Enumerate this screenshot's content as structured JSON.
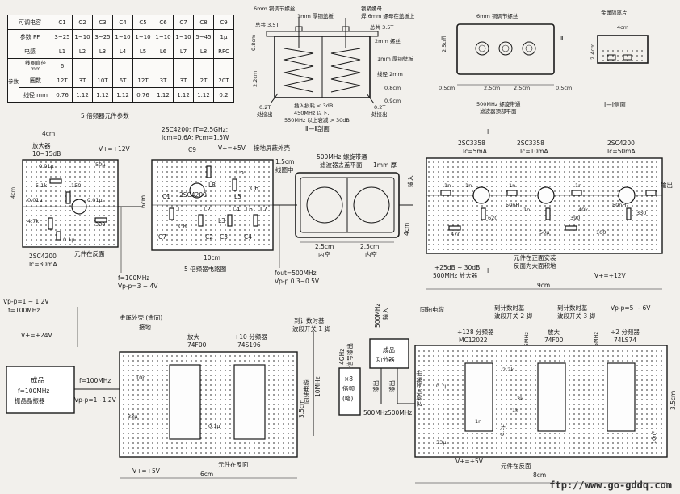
{
  "param_table": {
    "headers": [
      "可调电容",
      "C1",
      "C2",
      "C3",
      "C4",
      "C5",
      "C6",
      "C7",
      "C8",
      "C9"
    ],
    "rows": [
      {
        "label": "参数 PF",
        "cells": [
          "3~25",
          "1~10",
          "3~25",
          "1~10",
          "1~10",
          "1~10",
          "1~10",
          "5~45",
          "1μ"
        ]
      },
      {
        "label": "电感",
        "cells": [
          "L1",
          "L2",
          "L3",
          "L4",
          "L5",
          "L6",
          "L7",
          "L8",
          "RFC"
        ]
      },
      {
        "group": "参数",
        "label": "线圈直径 mm",
        "cells": [
          "6",
          "",
          "",
          "",
          "",
          "",
          "",
          "",
          ""
        ]
      },
      {
        "group": "参数",
        "label": "圈数",
        "cells": [
          "12T",
          "3T",
          "10T",
          "6T",
          "12T",
          "3T",
          "3T",
          "2T",
          "20T"
        ]
      },
      {
        "group": "参数",
        "label": "线径 mm",
        "cells": [
          "0.76",
          "1.12",
          "1.12",
          "1.12",
          "0.76",
          "1.12",
          "1.12",
          "1.12",
          "0.2"
        ]
      }
    ],
    "caption": "5 倍频器元件参数"
  },
  "cavity_section": {
    "labels": [
      "6mm 铜调节螺丝",
      "1mm 厚铜盖板",
      "锁紧螺母",
      "焊 6mm 螺母在盖板上",
      "总共 3.5T",
      "总共 3.5T",
      "2mm 螺丝",
      "1mm 厚铜壁板",
      "线径 2mm",
      "0.8cm",
      "2.2cm",
      "0.8cm",
      "0.9cm",
      "0.2T",
      "处接出",
      "0.2T",
      "处接出"
    ],
    "notes": [
      "插入损耗 < 3dB",
      "450MHz 以下,",
      "550MHz 以上衰减 > 30dB"
    ],
    "title": "Ⅱ—Ⅱ剖面"
  },
  "filter_top": {
    "labels": [
      "6mm 铜调节螺丝",
      "2.5cm",
      "0.5cm",
      "2.5cm",
      "2.5cm",
      "0.5cm",
      "Ⅱ",
      "Ⅱ"
    ],
    "caption": [
      "500MHz 螺旋带通",
      "滤波器顶部平面"
    ]
  },
  "shield_side": {
    "labels": [
      "金属隔离片",
      "4cm",
      "2.4cm"
    ],
    "title": "Ⅰ—Ⅰ侧面"
  },
  "amp_block": {
    "labels": [
      "放大器",
      "10~15dB",
      "V+=+12V",
      "0.01μ",
      "50μ",
      "5.1k",
      "150",
      "0.01μ",
      "0.01μ",
      "4.7k",
      "330",
      "0.1μ",
      "2SC4200",
      "Ic=30mA",
      "元件在反面",
      "4cm",
      "4cm"
    ],
    "input": [
      "f=100MHz",
      "Vp-p=3 ~ 4V"
    ]
  },
  "multiplier": {
    "labels": [
      "2SC4200: fT=2.5GHz;",
      "Icm=0.6A; Pcm=1.5W",
      "C9",
      "V+=+5V",
      "接地屏蔽外壳",
      "L8",
      "C5",
      "C1",
      "2SC4200",
      "L5",
      "C6",
      "L1",
      "L2",
      "L4",
      "L3",
      "L6",
      "L7",
      "C8",
      "C2",
      "C3",
      "C4",
      "C7",
      "6cm",
      "10cm",
      "5 倍频器电路图"
    ],
    "output": [
      "fout=500MHz",
      "Vp-p 0.3~0.5V"
    ]
  },
  "helical_filter": {
    "labels": [
      "1.5cm",
      "线圈中",
      "500MHz 螺旋带通",
      "滤波器去盖平面",
      "1mm 厚",
      "2.5cm",
      "2.5cm",
      "内空",
      "内空"
    ]
  },
  "amp_500": {
    "labels": [
      "2SC3358",
      "Ic=5mA",
      "2SC3358",
      "Ic=10mA",
      "2SC4200",
      "Ic=50mA",
      "输入",
      "输出",
      "1n",
      "1n",
      "1n",
      "1n",
      "620",
      "1n",
      "50nH",
      "390",
      "50nH",
      "330",
      "40k",
      "50μ",
      "47n",
      "100",
      "4cm",
      "9cm",
      "Ⅰ",
      "Ⅰ"
    ],
    "notes": [
      "元件在正面安装",
      "反面为大面积地",
      "+25dB ~ 30dB",
      "500MHz 放大器",
      "V+=+12V"
    ]
  },
  "crystal_osc": {
    "labels": [
      "Vp-p=1 ~ 1.2V",
      "f=100MHz",
      "V+=+24V",
      "成品",
      "f=100MHz",
      "振晶晶振器",
      "f=100MHz",
      "Vp-p=1~1.2V"
    ]
  },
  "div10_board": {
    "labels": [
      "金属外壳 (余同)",
      "接地",
      "放大",
      "74F00",
      "÷10 分频器",
      "74S196",
      "到计数时基",
      "波段开关 1 脚",
      "同轴电缆",
      "10MHz",
      "10n",
      "33μ",
      "0.1μ",
      "V+=+5V",
      "6cm",
      "3.5cm",
      "元件在反面"
    ]
  },
  "prescaler": {
    "labels": [
      "4GHz",
      "定频信号输出",
      "500MHz",
      "输入",
      "成品",
      "功分器",
      "×8",
      "倍频",
      "(略)",
      "输出",
      "输出",
      "500MHz",
      "500MHz"
    ]
  },
  "div128_board": {
    "labels": [
      "同轴电缆",
      "到计数时基",
      "波段开关 2 脚",
      "到计数时基",
      "波段开关 3 脚",
      "Vp-p=5 ~ 6V",
      "÷128 分频器",
      "MC12022",
      "3.90625MHz",
      "放大",
      "74F00",
      "1.953125MHz",
      "÷2 分频器",
      "74LS74",
      "定频信号输出",
      "2.2k",
      "1k",
      "3k",
      "0.1μ",
      "33μ",
      "1n",
      "0.1μ",
      "10nF",
      "V+=+5V",
      "8cm",
      "3.5cm",
      "元件在反面"
    ]
  },
  "watermark": "ftp://www.go-gddq.com"
}
